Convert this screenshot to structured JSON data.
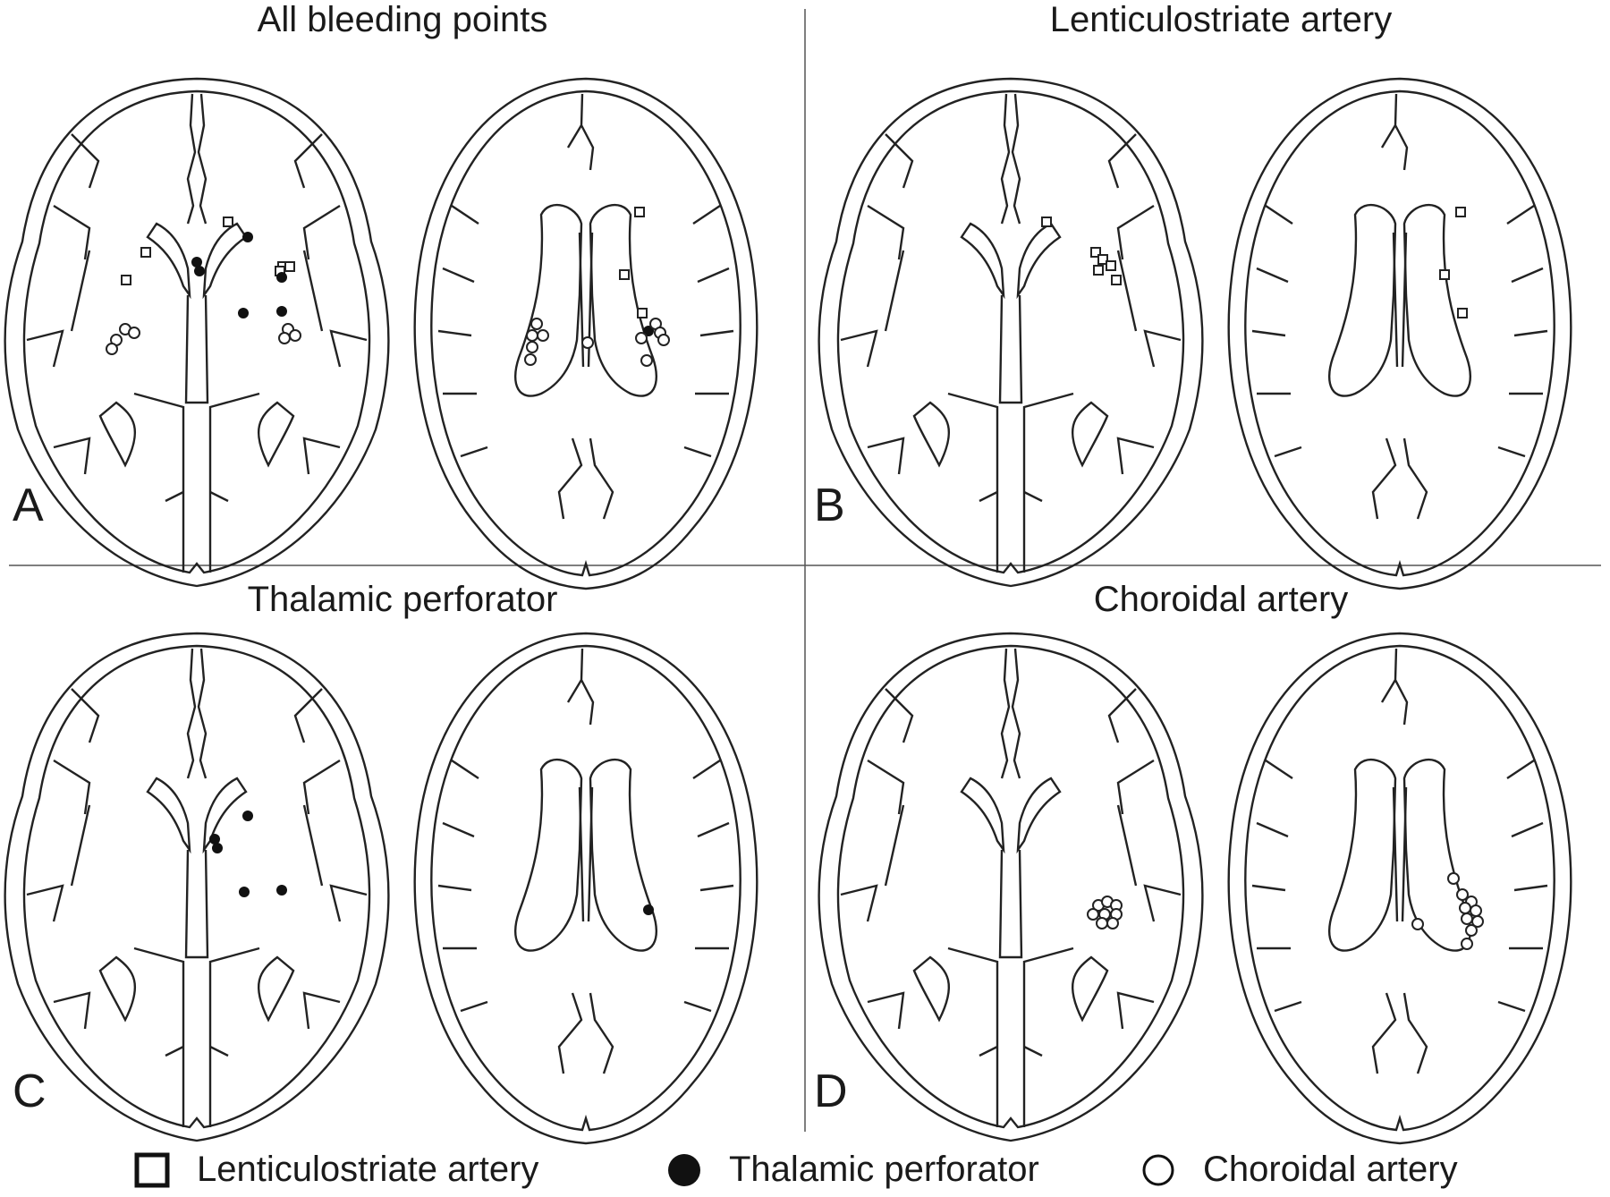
{
  "panels": [
    {
      "letter": "A",
      "title": "All bleeding points"
    },
    {
      "letter": "B",
      "title": "Lenticulostriate artery"
    },
    {
      "letter": "C",
      "title": "Thalamic perforator"
    },
    {
      "letter": "D",
      "title": "Choroidal artery"
    }
  ],
  "legend": {
    "lenticulostriate": "Lenticulostriate artery",
    "thalamic": "Thalamic perforator",
    "choroidal": "Choroidal artery"
  }
}
